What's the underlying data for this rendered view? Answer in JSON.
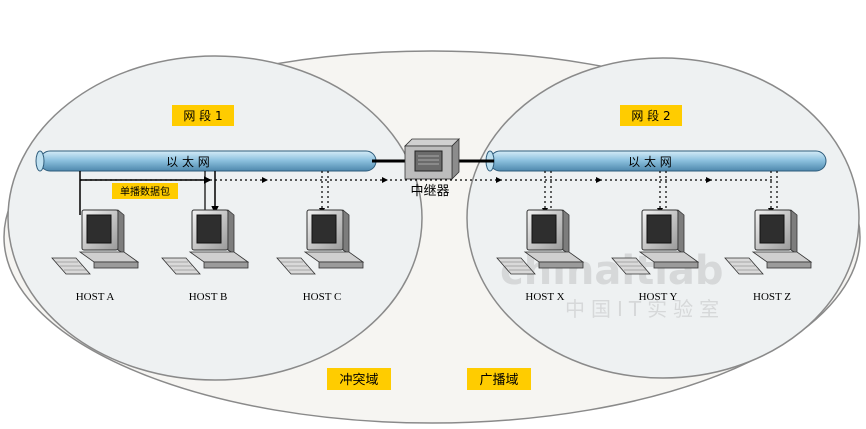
{
  "segments": [
    {
      "label": "网 段 1",
      "ethernet_label": "以 太 网"
    },
    {
      "label": "网 段 2",
      "ethernet_label": "以 太 网"
    }
  ],
  "repeater": {
    "label": "中继器"
  },
  "unicast_label": "单播数据包",
  "hosts": [
    {
      "name": "HOST A"
    },
    {
      "name": "HOST B"
    },
    {
      "name": "HOST C"
    },
    {
      "name": "HOST X"
    },
    {
      "name": "HOST Y"
    },
    {
      "name": "HOST Z"
    }
  ],
  "domains": {
    "collision": "冲突域",
    "broadcast": "广播域"
  },
  "watermark": {
    "brand": "chinaitlab",
    "sub": "中国IT实验室"
  },
  "colors": {
    "label_fill": "#ffcc00",
    "ellipse_fill": "#f6f5f2",
    "segment_fill": "#eef1f2",
    "pipe": "#7fb3d5"
  }
}
